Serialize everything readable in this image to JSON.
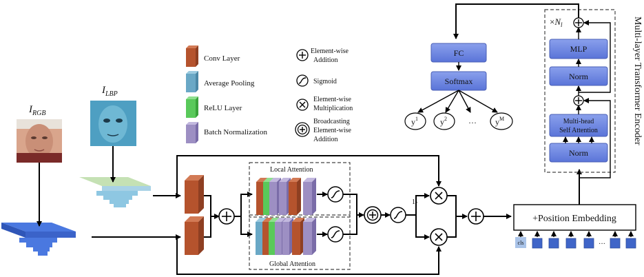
{
  "labels": {
    "i_rgb": "I",
    "i_rgb_sub": "RGB",
    "i_lbp": "I",
    "i_lbp_sub": "LBP",
    "local_attention": "Local Attention",
    "global_attention": "Global Attention",
    "one_minus": "1-",
    "position_embedding": "+Position Embedding",
    "cls": "cls",
    "dots": "···",
    "encoder_title": "Multi-layer Transformer Encoder",
    "times": "×",
    "n_l": "N",
    "n_l_sub": "l",
    "fc": "FC",
    "softmax": "Softmax",
    "y1": "y",
    "y1_sup": "1",
    "y2": "y",
    "y2_sup": "2",
    "ym": "y",
    "ym_sup": "M",
    "mlp": "MLP",
    "norm_top": "Norm",
    "norm_bottom": "Norm",
    "mha_line1": "Multi-head",
    "mha_line2": "Self Attention"
  },
  "legend": {
    "conv": "Conv Layer",
    "avgpool": "Average Pooling",
    "relu": "ReLU Layer",
    "bn": "Batch Normalization",
    "add_1": "Element-wise",
    "add_2": "Addition",
    "sigmoid": "Sigmoid",
    "mul_1": "Element-wise",
    "mul_2": "Multiplication",
    "bcast_1": "Broadcasting",
    "bcast_2": "Element-wise",
    "bcast_3": "Addition"
  },
  "colors": {
    "conv": "#b5532d",
    "avgpool": "#6aa8c6",
    "relu": "#59c95a",
    "bn": "#9d8fc3",
    "transformer_block": "#6d86e0",
    "token": "#3f65c8",
    "cls_token": "#a9c3e8",
    "rgb_pyramid": "#4a78e0",
    "lbp_pyramid": "#c5e1b4",
    "face_rgb_skin": "#d9a58c",
    "face_lbp_skin": "#4e9fc2"
  }
}
